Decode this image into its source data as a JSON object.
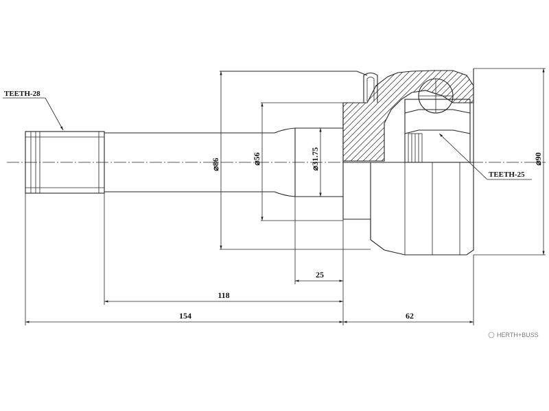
{
  "labels": {
    "teeth_left": "TEETH-28",
    "teeth_right": "TEETH-25"
  },
  "dimensions": {
    "dia_86": "⌀86",
    "dia_56": "⌀56",
    "dia_31_75": "⌀31.75",
    "dia_90": "⌀90",
    "len_25": "25",
    "len_118": "118",
    "len_154": "154",
    "len_62": "62"
  },
  "brand": {
    "name": "HERTH+BUSS"
  }
}
